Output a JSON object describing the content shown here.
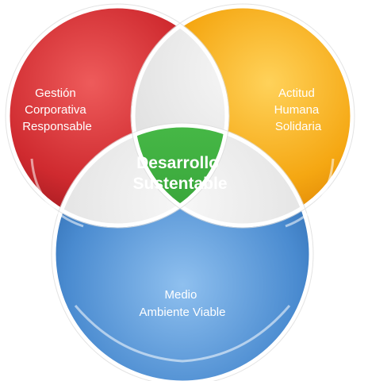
{
  "diagram": {
    "center_label": [
      "Desarrollo",
      "Sustentable"
    ],
    "circles": [
      {
        "label": [
          "Gestión",
          "Corporativa",
          "Responsable"
        ],
        "color": "#c8232b"
      },
      {
        "label": [
          "Actitud",
          "Humana",
          "Solidaria"
        ],
        "color": "#f2a000"
      },
      {
        "label": [
          "Medio",
          "Ambiente Viable"
        ],
        "color": "#3e82c8"
      }
    ],
    "center_color": "#2f9a2e",
    "overlap_color": "#e6e6e6"
  }
}
